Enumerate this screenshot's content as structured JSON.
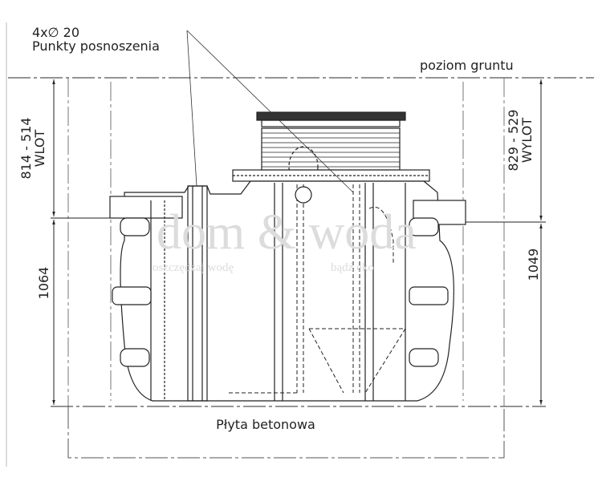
{
  "labels": {
    "lifting_count": "4x∅ 20",
    "lifting_points": "Punkty posnoszenia",
    "ground_level": "poziom gruntu",
    "inlet_depth": "814 - 514",
    "inlet": "WLOT",
    "outlet_depth": "829 - 529",
    "outlet": "WYLOT",
    "inlet_height": "1064",
    "outlet_height": "1049",
    "concrete_slab": "Płyta betonowa"
  },
  "watermark": {
    "brand": "dom & woda",
    "slogan_left": "oszczędzaj wodę",
    "slogan_right": "bądź eko"
  },
  "colors": {
    "line": "#222222",
    "watermark": "#e6e6e6"
  }
}
